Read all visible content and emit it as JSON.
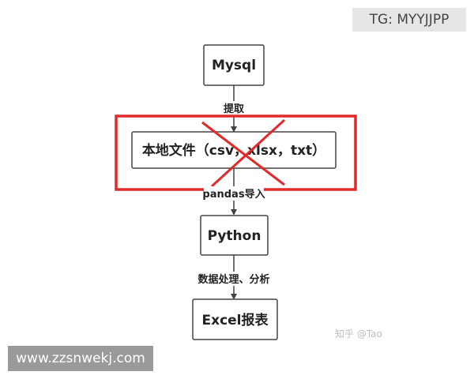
{
  "nodes": {
    "mysql": "Mysql",
    "local_files": "本地文件（csv，xlsx，txt）",
    "python": "Python",
    "excel_report": "Excel报表"
  },
  "edges": {
    "extract": "提取",
    "pandas_import": "pandas导入",
    "data_processing": "数据处理、分析"
  },
  "overlays": {
    "tg_tag": "TG: MYYJJPP",
    "website": "www.zzsnwekj.com",
    "watermark": "知乎 @Tao"
  },
  "colors": {
    "highlight_red": "#e12a2a",
    "node_border": "#444444",
    "text": "#222222"
  }
}
